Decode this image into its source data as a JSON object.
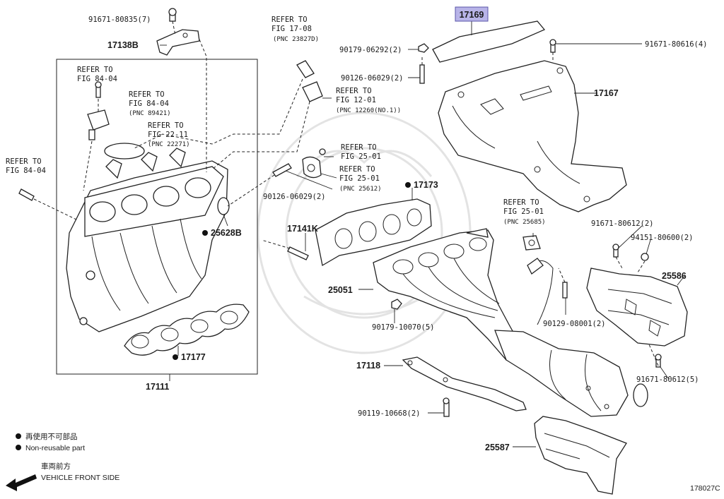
{
  "diagram": {
    "ref_code": "178027C",
    "highlight_color": "#b8b4e8",
    "part_numbers": {
      "p17169": "17169",
      "p17167": "17167",
      "p17138B": "17138B",
      "p17173": "17173",
      "p25628B": "25628B",
      "p17141K": "17141K",
      "p25051": "25051",
      "p25586": "25586",
      "p17177": "17177",
      "p17111": "17111",
      "p17118": "17118",
      "p25587": "25587"
    },
    "fasteners": {
      "f1": "91671-80835(7)",
      "f2": "90179-06292(2)",
      "f3": "90126-06029(2)",
      "f4": "91671-80616(4)",
      "f5": "90126-06029(2)",
      "f6": "91671-80612(2)",
      "f7": "94151-80600(2)",
      "f8": "90179-10070(5)",
      "f9": "90129-08001(2)",
      "f10": "91671-80612(5)",
      "f11": "90119-10668(2)"
    },
    "refs": {
      "r1": {
        "a": "REFER TO",
        "b": "FIG 84-04"
      },
      "r2": {
        "a": "REFER TO",
        "b": "FIG 84-04",
        "c": "(PNC 89421)"
      },
      "r3": {
        "a": "REFER TO",
        "b": "FIG 22-11",
        "c": "(PNC 22271)"
      },
      "r4": {
        "a": "REFER TO",
        "b": "FIG 84-04"
      },
      "r5": {
        "a": "REFER TO",
        "b": "FIG 17-08",
        "c": "(PNC 23827D)"
      },
      "r6": {
        "a": "REFER TO",
        "b": "FIG 12-01",
        "c": "(PNC 12260(NO.1))"
      },
      "r7": {
        "a": "REFER TO",
        "b": "FIG 25-01"
      },
      "r8": {
        "a": "REFER TO",
        "b": "FIG 25-01",
        "c": "(PNC 25612)"
      },
      "r9": {
        "a": "REFER TO",
        "b": "FIG 25-01",
        "c": "(PNC 25685)"
      }
    },
    "legend": {
      "jp": "再使用不可部品",
      "en": "Non-reusable part",
      "front_jp": "車両前方",
      "front_en": "VEHICLE FRONT SIDE"
    }
  }
}
